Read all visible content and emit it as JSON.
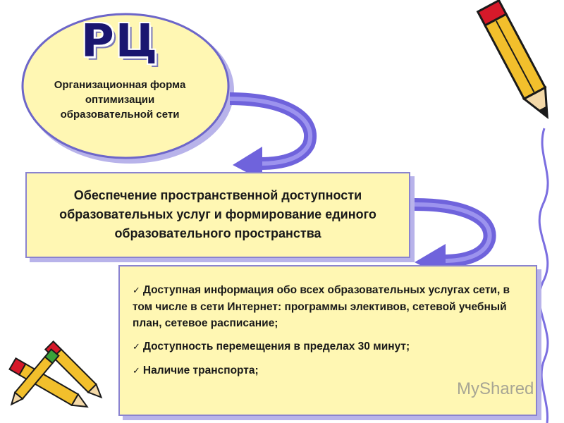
{
  "title": "РЦ",
  "ellipse_text": "Организационная форма оптимизации образовательной сети",
  "middle_box_text": "Обеспечение пространственной доступности образовательных услуг и формирование единого образовательного пространства",
  "bullets": [
    "Доступная информация обо всех образовательных услугах сети, в том числе в сети Интернет: программы элективов, сетевой учебный план, сетевое расписание;",
    "Доступность перемещения в пределах 30 минут;",
    "Наличие транспорта;"
  ],
  "watermark": "MyShared",
  "colors": {
    "ellipse_fill": "#fff7b3",
    "box_fill": "#fff7b3",
    "border": "#8a83d0",
    "arrow": "#7b6ee0",
    "title": "#1a1670"
  },
  "icons": [
    "pencil-icon",
    "checkmark-icon",
    "curved-arrow-icon"
  ]
}
